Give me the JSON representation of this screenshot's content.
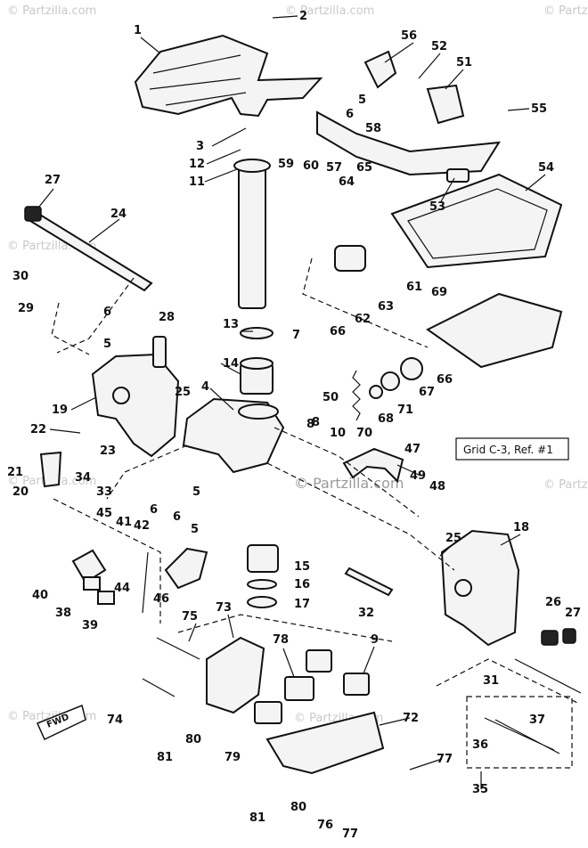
{
  "watermarks": [
    "© Partzilla.com",
    "© Partzilla.com",
    "© Partzilla.com",
    "© Partzilla.com",
    "© Partzilla.com",
    "© Partzilla.com",
    "© Partzilla.com",
    "© Partzilla.com"
  ],
  "watermark_center": "© Partzilla.com",
  "grid_note": "Grid C-3, Ref. #1",
  "fwd_label": "FWD",
  "callouts": [
    "1",
    "2",
    "3",
    "12",
    "11",
    "59",
    "60",
    "57",
    "65",
    "64",
    "58",
    "6",
    "5",
    "56",
    "52",
    "51",
    "55",
    "27",
    "24",
    "53",
    "54",
    "30",
    "29",
    "5",
    "6",
    "28",
    "13",
    "7",
    "61",
    "63",
    "62",
    "66",
    "69",
    "14",
    "4",
    "19",
    "25",
    "22",
    "21",
    "20",
    "23",
    "34",
    "33",
    "8",
    "6",
    "5",
    "6",
    "5",
    "50",
    "8",
    "10",
    "70",
    "68",
    "71",
    "67",
    "66",
    "47",
    "49",
    "48",
    "45",
    "41",
    "42",
    "40",
    "38",
    "39",
    "44",
    "46",
    "15",
    "16",
    "17",
    "32",
    "25",
    "18",
    "26",
    "27",
    "75",
    "73",
    "78",
    "9",
    "31",
    "74",
    "80",
    "81",
    "79",
    "72",
    "77",
    "37",
    "36",
    "35",
    "81",
    "80",
    "76",
    "77"
  ]
}
